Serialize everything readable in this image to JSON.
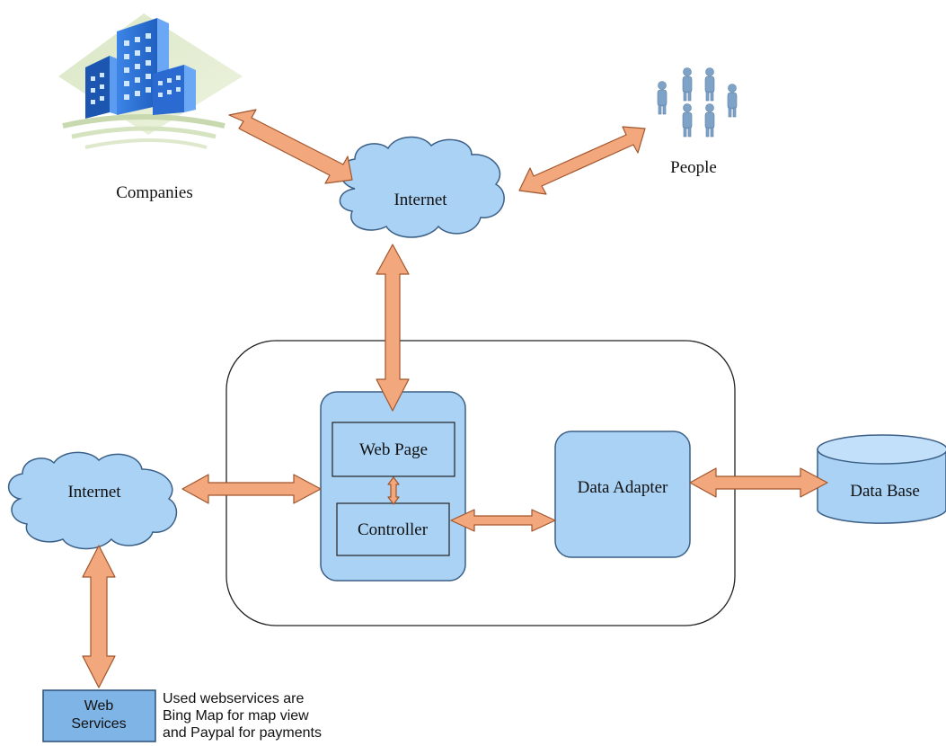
{
  "diagram": {
    "companies_label": "Companies",
    "people_label": "People",
    "internet_top_label": "Internet",
    "internet_left_label": "Internet",
    "web_page_label": "Web Page",
    "controller_label": "Controller",
    "data_adapter_label": "Data Adapter",
    "database_label": "Data Base",
    "web_services_label_line1": "Web",
    "web_services_label_line2": "Services",
    "note_line1": "Used webservices are",
    "note_line2": "Bing Map for map view",
    "note_line3": "and Paypal for payments"
  },
  "colors": {
    "node_fill": "#a9d2f5",
    "node_stroke": "#3b5f86",
    "arrow_fill": "#f3a77c",
    "arrow_stroke": "#a0552c",
    "building_blue": "#2f74d9",
    "people_color": "#7fa3c7"
  },
  "icons": {
    "companies": "buildings-icon",
    "people": "people-group-icon",
    "database": "database-cylinder-icon",
    "cloud": "cloud-icon"
  }
}
